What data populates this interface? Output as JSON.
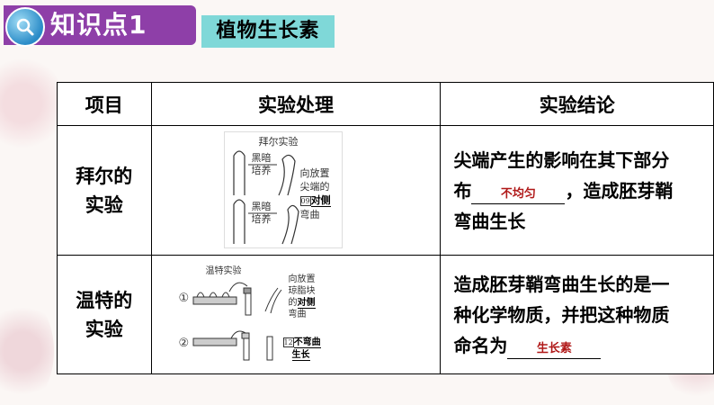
{
  "header": {
    "title": "知识点1",
    "subtitle": "植物生长素"
  },
  "table": {
    "headers": [
      "项目",
      "实验处理",
      "实验结论"
    ],
    "rows": [
      {
        "item": [
          "拜尔的",
          "实验"
        ],
        "figure": {
          "title": "拜尔实验",
          "label_dark": [
            "黑暗",
            "培养"
          ],
          "label_dark2": [
            "黑暗",
            "培养"
          ],
          "label_result": [
            "向放置",
            "尖端的"
          ],
          "blank_num": "09",
          "blank_answer": "对侧",
          "label_bend": "弯曲"
        },
        "conclusion_before": [
          "尖端产生的影响在其下部分",
          "布"
        ],
        "answer": "不均匀",
        "conclusion_after": "，造成胚芽鞘",
        "conclusion_end": "弯曲生长"
      },
      {
        "item": [
          "温特的",
          "实验"
        ],
        "figure": {
          "title": "温特实验",
          "num1": "①",
          "num2": "②",
          "label_result": [
            "向放置",
            "琼脂块"
          ],
          "label_of": "的",
          "blank_answer": "对侧",
          "label_bend": "弯曲",
          "blank_num": "12",
          "blank_answer2": "不弯曲",
          "blank_answer3": "生长"
        },
        "conclusion_lines": [
          "造成胚芽鞘弯曲生长的是一",
          "种化学物质，并把这种物质"
        ],
        "conclusion_prefix": "命名为",
        "answer": "生长素"
      }
    ]
  },
  "colors": {
    "title_bar": "#8e3fa8",
    "subtitle_bg": "#7fd8d8",
    "answer": "#b01818"
  }
}
